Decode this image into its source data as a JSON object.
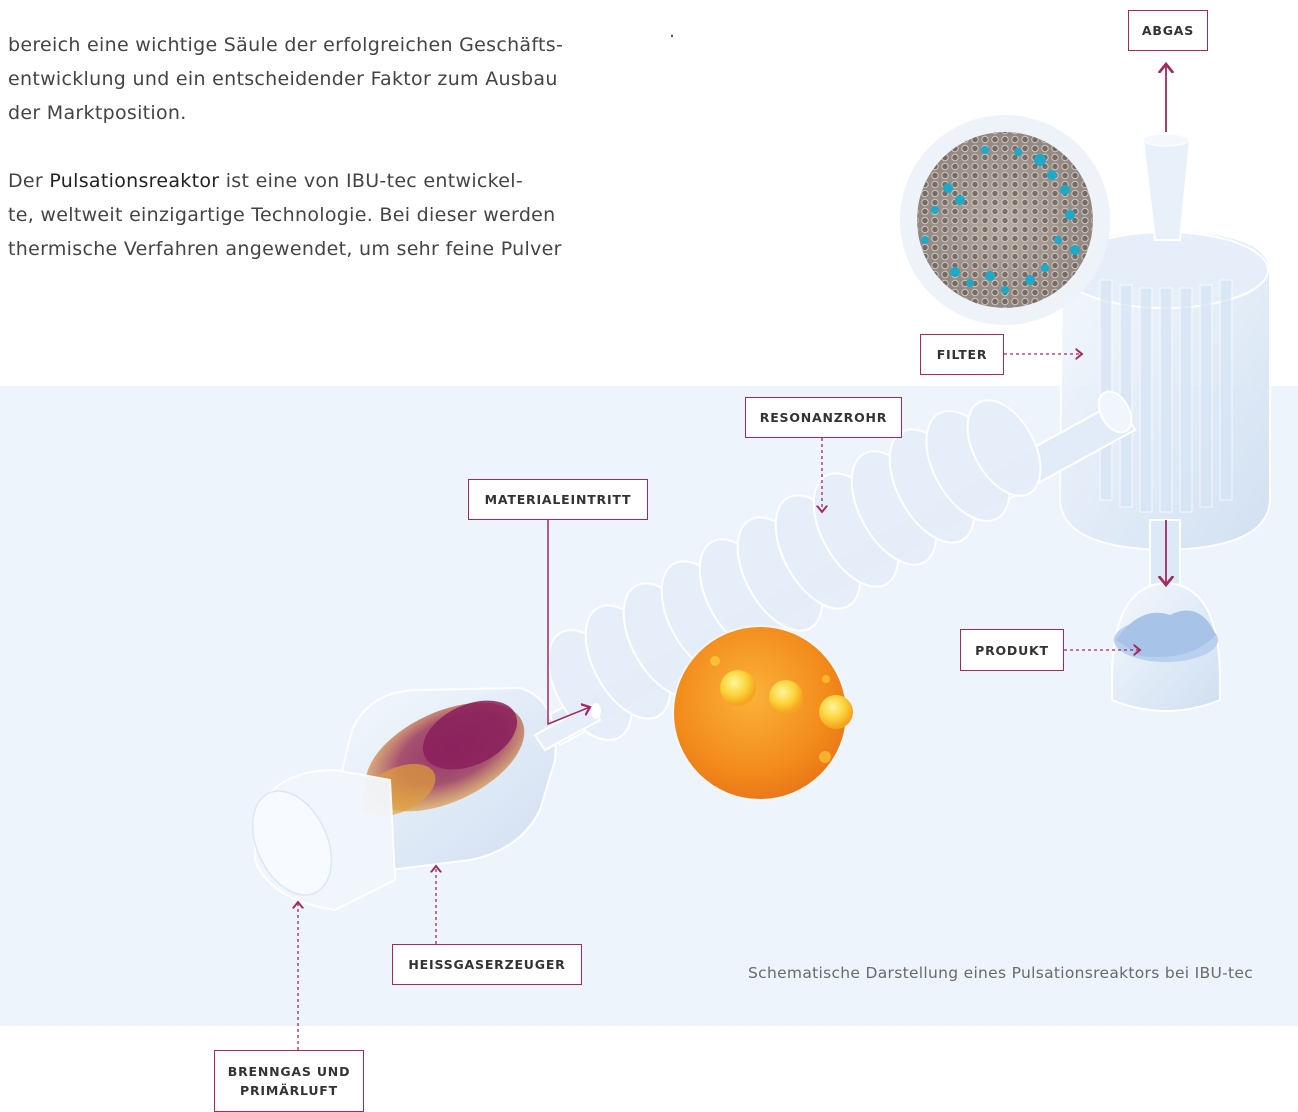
{
  "text": {
    "line_partial": "... ...",
    "line1": "bereich eine wichtige Säule der erfolgreichen Geschäfts-",
    "line2": "entwicklung und ein entscheidender Faktor zum Ausbau",
    "line3": "der Marktposition.",
    "p2_prefix": "Der ",
    "p2_highlight": "Pulsationsreaktor",
    "p2_rest1": " ist eine von IBU-tec entwickel-",
    "p2_line2": "te, weltweit einzigartige Technologie. Bei dieser werden",
    "p2_line3": "thermische Verfahren angewendet, um sehr feine Pulver",
    "stray_dot": "."
  },
  "labels": {
    "abgas": "ABGAS",
    "filter": "FILTER",
    "resonanzrohr": "RESONANZROHR",
    "materialeintritt": "MATERIALEINTRITT",
    "produkt": "PRODUKT",
    "heissgaserzeuger": "HEISSGASERZEUGER",
    "brenngas": "BRENNGAS UND\nPRIMÄRLUFT"
  },
  "caption": "Schematische Darstellung eines Pulsationsreaktors bei IBU-tec",
  "colors": {
    "accent": "#a3295f",
    "panel_bg": "#eef4fc",
    "glass": "#dce9f7",
    "flame_orange": "#f39a1e",
    "flame_purple": "#8a1f5c",
    "particle_blue": "#1ea9c8"
  }
}
